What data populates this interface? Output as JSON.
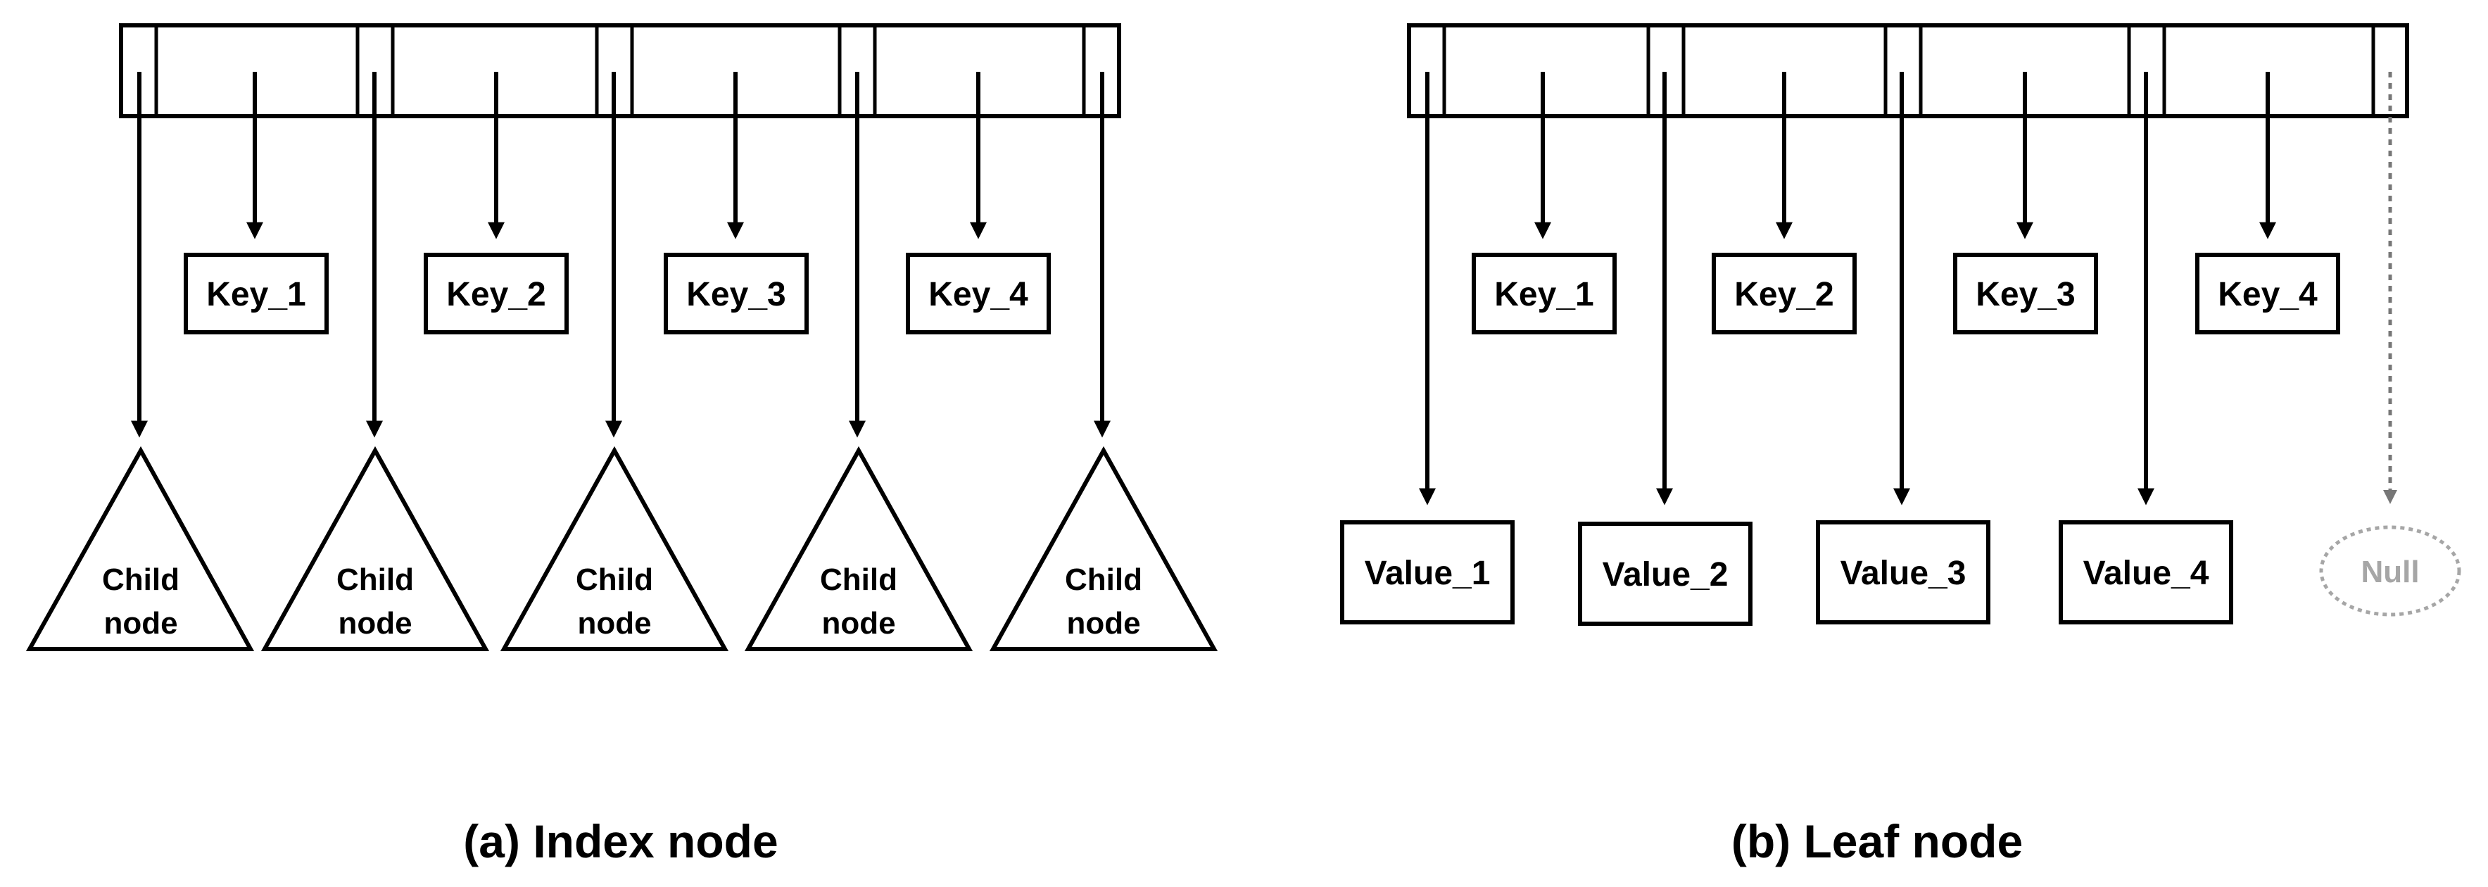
{
  "index_node": {
    "keys": [
      "Key_1",
      "Key_2",
      "Key_3",
      "Key_4"
    ],
    "children": [
      {
        "line1": "Child",
        "line2": "node"
      },
      {
        "line1": "Child",
        "line2": "node"
      },
      {
        "line1": "Child",
        "line2": "node"
      },
      {
        "line1": "Child",
        "line2": "node"
      },
      {
        "line1": "Child",
        "line2": "node"
      }
    ],
    "caption": {
      "letter": "a",
      "text": "Index node"
    }
  },
  "leaf_node": {
    "keys": [
      "Key_1",
      "Key_2",
      "Key_3",
      "Key_4"
    ],
    "values": [
      "Value_1",
      "Value_2",
      "Value_3",
      "Value_4"
    ],
    "null_label": "Null",
    "caption": {
      "letter": "b",
      "text": "Leaf node"
    }
  },
  "colors": {
    "stroke": "#000000",
    "null_gray": "#a6a6a6",
    "background": "#ffffff"
  }
}
